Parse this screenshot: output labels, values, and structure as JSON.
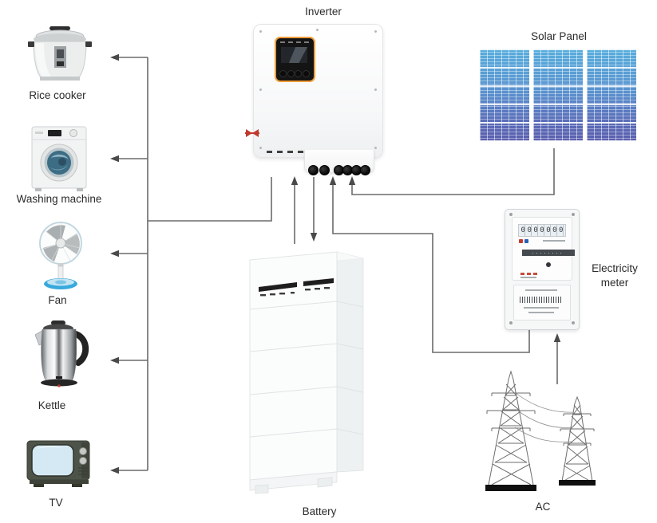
{
  "nodes": {
    "inverter": {
      "label": "Inverter"
    },
    "solar_panel": {
      "label": "Solar Panel"
    },
    "battery": {
      "label": "Battery"
    },
    "electricity_meter": {
      "label": "Electricity meter"
    },
    "ac": {
      "label": "AC"
    }
  },
  "appliances": [
    {
      "label": "Rice cooker"
    },
    {
      "label": "Washing machine"
    },
    {
      "label": "Fan"
    },
    {
      "label": "Kettle"
    },
    {
      "label": "TV"
    }
  ],
  "meter": {
    "display": "0000000"
  },
  "connections": [
    {
      "from": "solar-panel",
      "to": "inverter",
      "style": "arrow-into-inverter"
    },
    {
      "from": "battery",
      "to": "inverter",
      "style": "arrow-up"
    },
    {
      "from": "inverter",
      "to": "battery",
      "style": "arrow-down"
    },
    {
      "from": "electricity-meter",
      "to": "inverter",
      "style": "arrow-into-inverter"
    },
    {
      "from": "ac",
      "to": "electricity-meter",
      "style": "arrow-up"
    },
    {
      "from": "inverter",
      "to": "rice-cooker",
      "style": "arrow-left"
    },
    {
      "from": "inverter",
      "to": "washing-machine",
      "style": "arrow-left"
    },
    {
      "from": "inverter",
      "to": "fan",
      "style": "arrow-left"
    },
    {
      "from": "inverter",
      "to": "kettle",
      "style": "arrow-left"
    },
    {
      "from": "inverter",
      "to": "tv",
      "style": "arrow-left"
    }
  ],
  "colors": {
    "wire": "#6b6b6b",
    "arrowhead": "#4a4a4a",
    "solar_blue_top": "#58aedd",
    "solar_blue_bottom": "#5a5fae",
    "inverter_screen_border": "#f09c38",
    "fan_base_blue": "#38a9dc",
    "tv_screen_blue": "#d5e9f4"
  }
}
